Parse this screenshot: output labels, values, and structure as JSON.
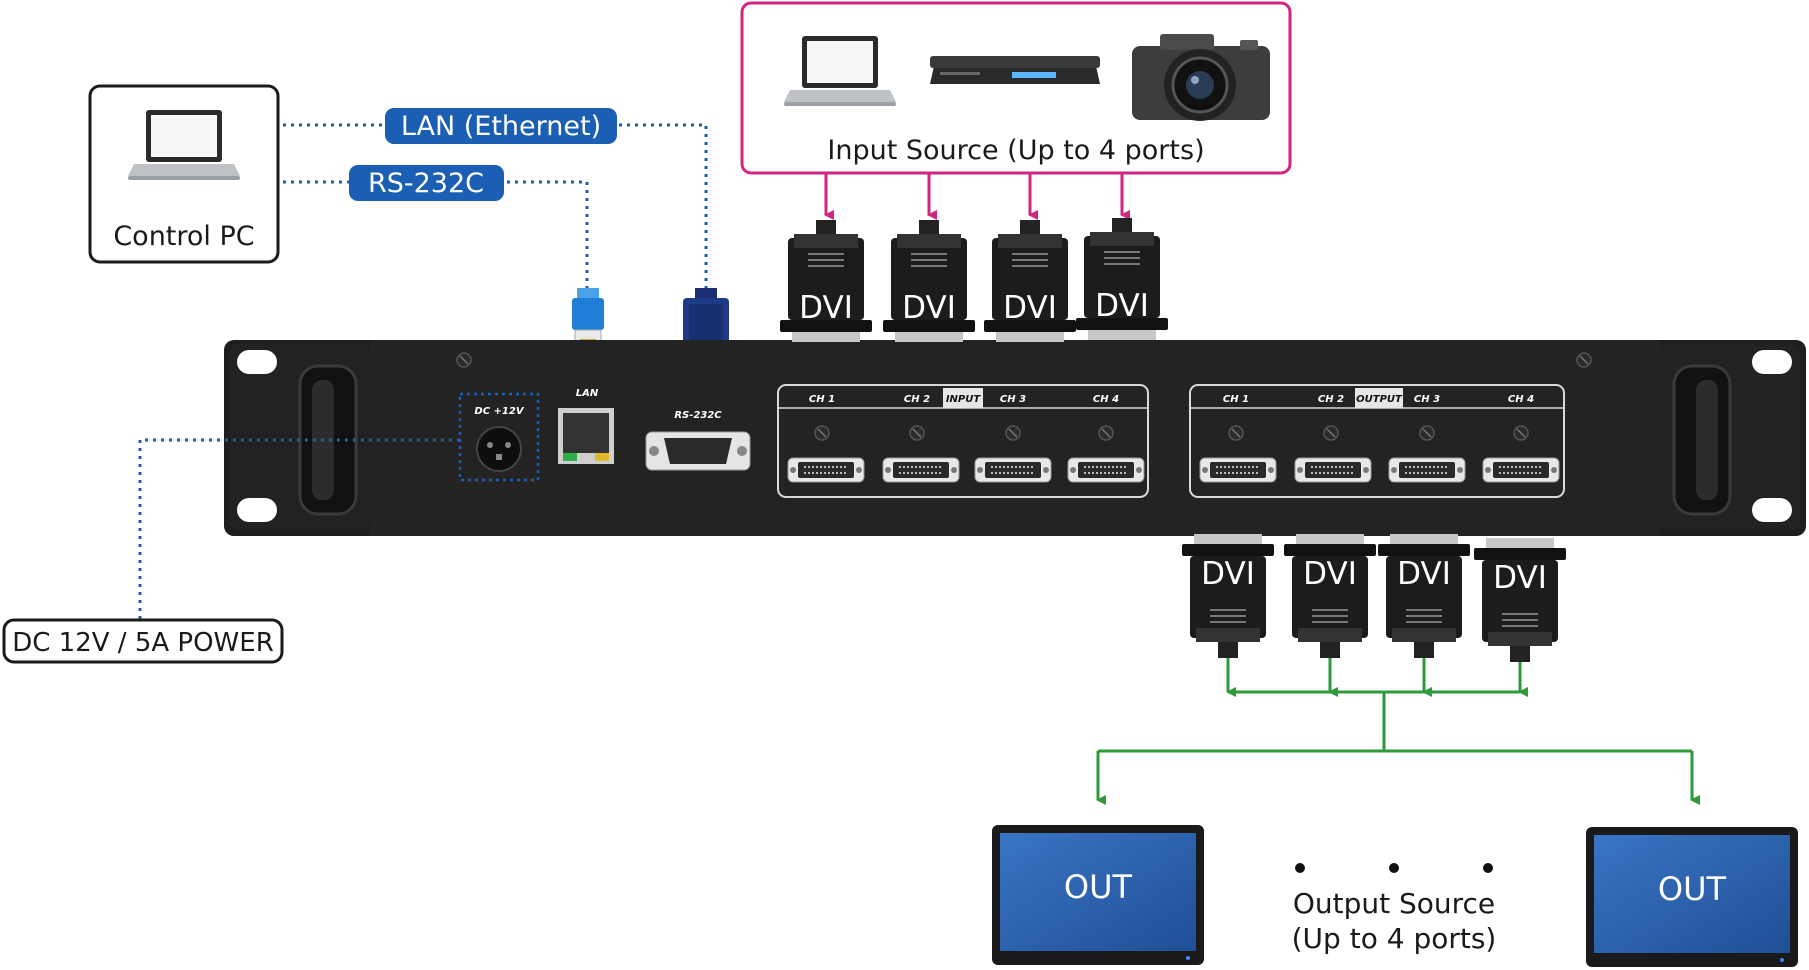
{
  "control_pc": {
    "label": "Control PC"
  },
  "connections": {
    "lan": "LAN (Ethernet)",
    "rs232": "RS-232C"
  },
  "input_source": {
    "label": "Input Source (Up to 4 ports)"
  },
  "connector_label": "DVI",
  "device_panel": {
    "dc_label": "DC +12V",
    "lan_label": "LAN",
    "rs232_label": "RS-232C",
    "input_group_label": "INPUT",
    "output_group_label": "OUTPUT",
    "channels": [
      "CH 1",
      "CH 2",
      "CH 3",
      "CH 4"
    ]
  },
  "power": {
    "label": "DC 12V / 5A POWER"
  },
  "output": {
    "monitor_label": "OUT",
    "source_line1": "Output Source",
    "source_line2": "(Up to 4 ports)"
  },
  "colors": {
    "input_line": "#d0267f",
    "output_line": "#2e9a3c",
    "control_line": "#1a5fb4",
    "pill": "#1a5fb4",
    "monitor_screen": "#2f64b0"
  }
}
